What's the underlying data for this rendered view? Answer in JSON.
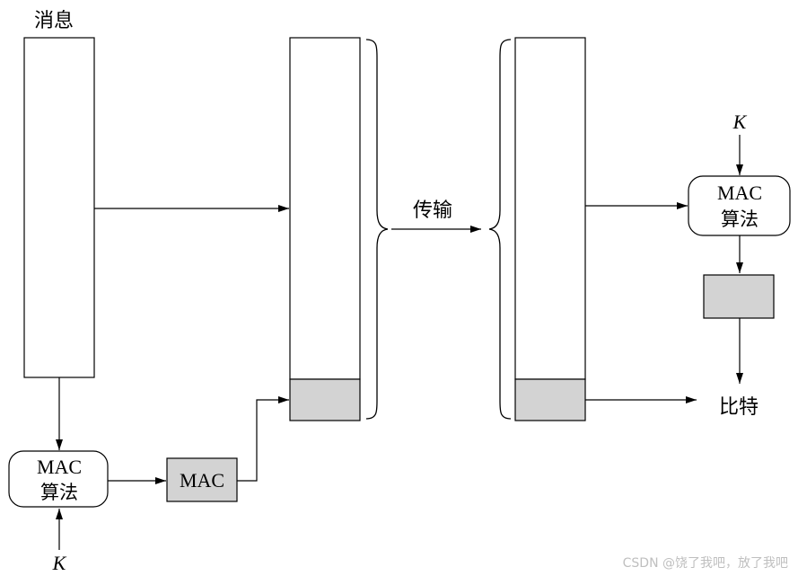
{
  "labels": {
    "message": "消息",
    "transmit": "传输",
    "compare": "比特",
    "key": "K",
    "mac": "MAC",
    "algo_line1": "MAC",
    "algo_line2": "算法"
  },
  "watermark": "CSDN @饶了我吧，放了我吧",
  "colors": {
    "stroke": "#000000",
    "fill_gray": "#d3d3d3",
    "watermark": "#bfbfbf"
  }
}
